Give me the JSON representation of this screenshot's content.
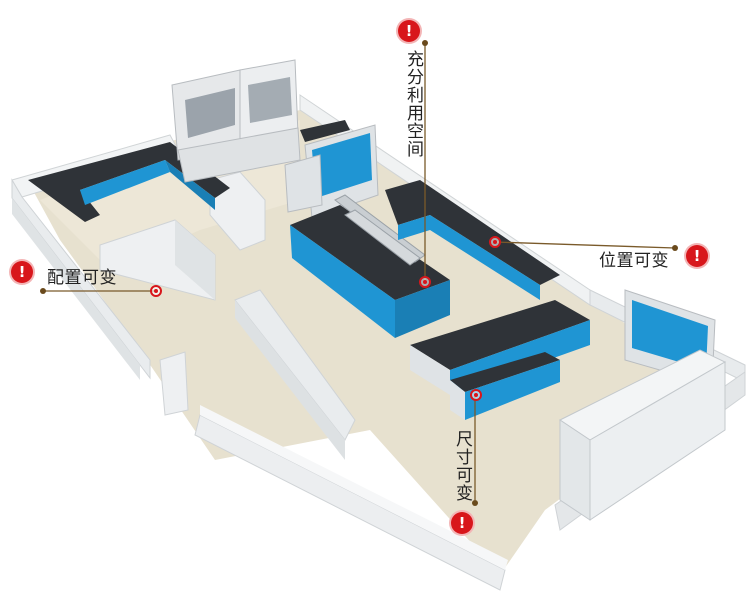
{
  "callouts": {
    "space": {
      "label": "充分利用空间"
    },
    "config": {
      "label": "配置可变"
    },
    "position": {
      "label": "位置可变"
    },
    "size": {
      "label": "尺寸可变"
    },
    "badge_glyph": "!"
  },
  "colors": {
    "badge": "#d8161b",
    "leader_line": "#7a5a2a",
    "cabinet_blue": "#1f95d3",
    "countertop": "#2f3338",
    "wall": "#eceff1",
    "floor": "#e6e0cf"
  }
}
